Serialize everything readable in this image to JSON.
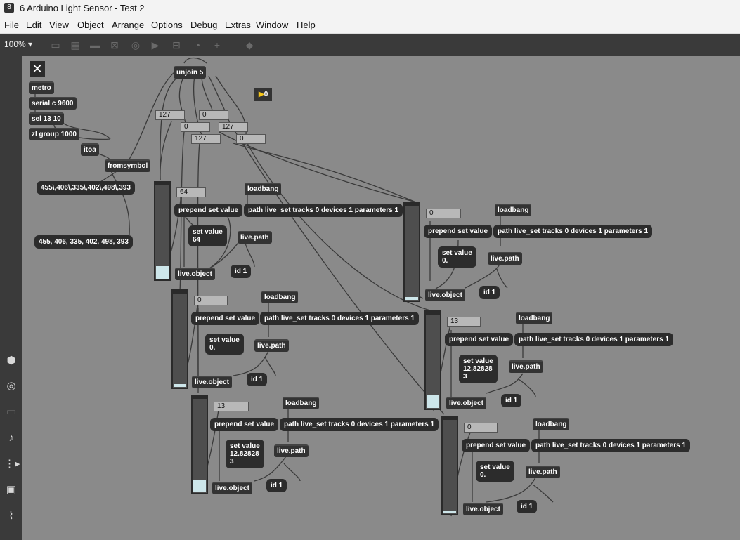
{
  "window": {
    "title": "6 Arduino Light Sensor - Test 2"
  },
  "menu": [
    "File",
    "Edit",
    "View",
    "Object",
    "Arrange",
    "Options",
    "Debug",
    "Extras",
    "Window",
    "Help"
  ],
  "toolbar": {
    "zoom": "100%",
    "icons": [
      "presentation-icon",
      "grid-icon",
      "comment-icon",
      "bubble-icon",
      "button-icon",
      "toggle-icon",
      "message-icon",
      "slider-icon",
      "dial-icon",
      "plus-icon",
      "paint-bucket-icon"
    ]
  },
  "sidebar": {
    "icons": [
      "package-icon",
      "target-icon",
      "keyboard-icon",
      "music-note-icon",
      "clip-icon",
      "image-icon",
      "paperclip-icon"
    ]
  },
  "patch": {
    "close_label": "✕",
    "objects": [
      {
        "name": "metro-object",
        "text": "metro"
      },
      {
        "name": "serial-object",
        "text": "serial c 9600"
      },
      {
        "name": "sel-object",
        "text": "sel 13 10"
      },
      {
        "name": "zl-group-object",
        "text": "zl group 1000"
      },
      {
        "name": "itoa-object",
        "text": "itoa"
      },
      {
        "name": "fromsymbol-object",
        "text": "fromsymbol"
      },
      {
        "name": "unjoin-object",
        "text": "unjoin 5"
      },
      {
        "name": "loadbang-1",
        "text": "loadbang"
      },
      {
        "name": "loadbang-2",
        "text": "loadbang"
      },
      {
        "name": "loadbang-3",
        "text": "loadbang"
      },
      {
        "name": "loadbang-4",
        "text": "loadbang"
      },
      {
        "name": "loadbang-5",
        "text": "loadbang"
      },
      {
        "name": "loadbang-6",
        "text": "loadbang"
      },
      {
        "name": "live-path-1",
        "text": "live.path"
      },
      {
        "name": "live-path-2",
        "text": "live.path"
      },
      {
        "name": "live-path-3",
        "text": "live.path"
      },
      {
        "name": "live-path-4",
        "text": "live.path"
      },
      {
        "name": "live-path-5",
        "text": "live.path"
      },
      {
        "name": "live-path-6",
        "text": "live.path"
      },
      {
        "name": "live-object-1",
        "text": "live.object"
      },
      {
        "name": "live-object-2",
        "text": "live.object"
      },
      {
        "name": "live-object-3",
        "text": "live.object"
      },
      {
        "name": "live-object-4",
        "text": "live.object"
      },
      {
        "name": "live-object-5",
        "text": "live.object"
      },
      {
        "name": "live-object-6",
        "text": "live.object"
      }
    ],
    "messages": [
      {
        "name": "list-msg-1",
        "text": "455\\,406\\,335\\,402\\,498\\,393"
      },
      {
        "name": "list-msg-2",
        "text": "455, 406, 335, 402, 498, 393"
      },
      {
        "name": "prepend-1",
        "text": "prepend set value"
      },
      {
        "name": "prepend-2",
        "text": "prepend set value"
      },
      {
        "name": "prepend-3",
        "text": "prepend set value"
      },
      {
        "name": "prepend-4",
        "text": "prepend set value"
      },
      {
        "name": "prepend-5",
        "text": "prepend set value"
      },
      {
        "name": "prepend-6",
        "text": "prepend set value"
      },
      {
        "name": "path-msg-1",
        "text": "path live_set tracks 0 devices 1 parameters 1"
      },
      {
        "name": "path-msg-2",
        "text": "path live_set tracks 0 devices 1 parameters 1"
      },
      {
        "name": "path-msg-3",
        "text": "path live_set tracks 0 devices 1 parameters 1"
      },
      {
        "name": "path-msg-4",
        "text": "path live_set tracks 0 devices 1 parameters 1"
      },
      {
        "name": "path-msg-5",
        "text": "path live_set tracks 0 devices 1 parameters 1"
      },
      {
        "name": "path-msg-6",
        "text": "path live_set tracks 0 devices 1 parameters 1"
      },
      {
        "name": "set-value-1",
        "text": "set value\n64"
      },
      {
        "name": "set-value-2",
        "text": "set value\n0."
      },
      {
        "name": "set-value-3",
        "text": "set value\n0."
      },
      {
        "name": "set-value-4",
        "text": "set value\n12.82828\n3"
      },
      {
        "name": "set-value-5",
        "text": "set value\n12.82828\n3"
      },
      {
        "name": "set-value-6",
        "text": "set value\n0."
      },
      {
        "name": "id-msg-1",
        "text": "id 1"
      },
      {
        "name": "id-msg-2",
        "text": "id 1"
      },
      {
        "name": "id-msg-3",
        "text": "id 1"
      },
      {
        "name": "id-msg-4",
        "text": "id 1"
      },
      {
        "name": "id-msg-5",
        "text": "id 1"
      },
      {
        "name": "id-msg-6",
        "text": "id 1"
      }
    ],
    "numbers": [
      {
        "name": "number-127-a",
        "text": "127"
      },
      {
        "name": "number-0-a",
        "text": "0"
      },
      {
        "name": "number-0-b",
        "text": "0"
      },
      {
        "name": "number-127-b",
        "text": "127"
      },
      {
        "name": "number-127-c",
        "text": "127"
      },
      {
        "name": "number-0-c",
        "text": "0"
      },
      {
        "name": "number-64",
        "text": "64"
      },
      {
        "name": "number-0-d",
        "text": "0"
      },
      {
        "name": "number-0-e",
        "text": "0"
      },
      {
        "name": "number-13-a",
        "text": "13"
      },
      {
        "name": "number-13-b",
        "text": "13"
      },
      {
        "name": "number-0-f",
        "text": "0"
      }
    ],
    "flonum": {
      "text": "0"
    },
    "sliders": [
      {
        "name": "slider-1",
        "level": 0.15
      },
      {
        "name": "slider-2",
        "level": 0.02
      },
      {
        "name": "slider-3",
        "level": 0.03
      },
      {
        "name": "slider-4",
        "level": 0.15
      },
      {
        "name": "slider-5",
        "level": 0.15
      },
      {
        "name": "slider-6",
        "level": 0.02
      }
    ]
  }
}
